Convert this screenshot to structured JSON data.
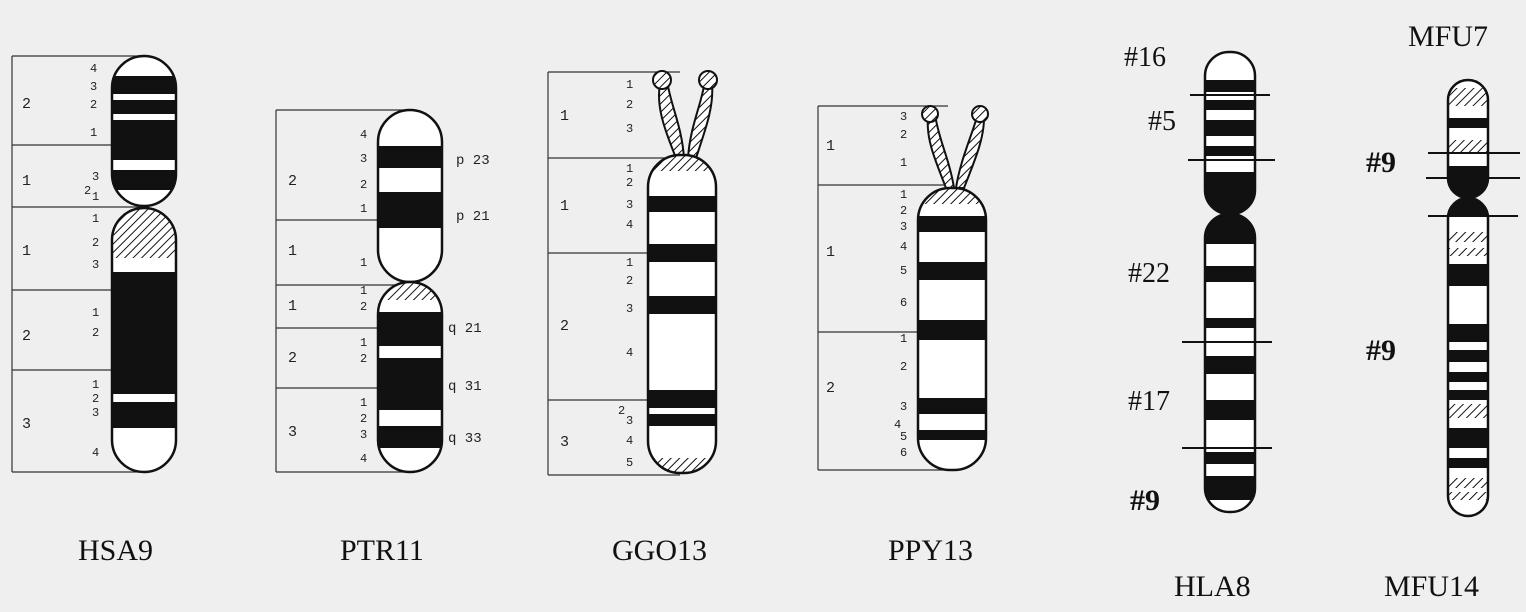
{
  "figure": {
    "panels": [
      {
        "id": "hsa9",
        "caption": "HSA9",
        "region_numbers": [
          "2",
          "1",
          "1",
          "2",
          "3"
        ],
        "band_numbers": [
          "4",
          "3",
          "2",
          "1",
          "3",
          "2",
          "1",
          "1",
          "2",
          "3",
          "1",
          "2",
          "1",
          "2",
          "3",
          "4"
        ],
        "side_labels": []
      },
      {
        "id": "ptr11",
        "caption": "PTR11",
        "region_numbers": [
          "2",
          "1",
          "1",
          "2",
          "3"
        ],
        "band_numbers": [
          "4",
          "3",
          "2",
          "1",
          "1",
          "1",
          "2",
          "1",
          "2",
          "1",
          "2",
          "3",
          "4"
        ],
        "side_labels": [
          "p 23",
          "p 21",
          "q 21",
          "q 31",
          "q 33"
        ]
      },
      {
        "id": "ggo13",
        "caption": "GGO13",
        "region_numbers": [
          "1",
          "1",
          "2",
          "3"
        ],
        "band_numbers": [
          "1",
          "2",
          "3",
          "1",
          "2",
          "3",
          "4",
          "1",
          "2",
          "3",
          "4",
          "2",
          "3",
          "4",
          "5"
        ],
        "side_labels": []
      },
      {
        "id": "ppy13",
        "caption": "PPY13",
        "region_numbers": [
          "1",
          "1",
          "2"
        ],
        "band_numbers": [
          "3",
          "2",
          "1",
          "1",
          "2",
          "3",
          "4",
          "5",
          "6",
          "1",
          "2",
          "3",
          "4",
          "5",
          "6"
        ],
        "side_labels": []
      },
      {
        "id": "hla8",
        "caption": "HLA8",
        "markers": [
          "#16",
          "#5",
          "#22",
          "#17",
          "#9"
        ]
      },
      {
        "id": "mfu",
        "caption_top": "MFU7",
        "caption_bottom": "MFU14",
        "markers": [
          "#9",
          "#9"
        ]
      }
    ]
  }
}
